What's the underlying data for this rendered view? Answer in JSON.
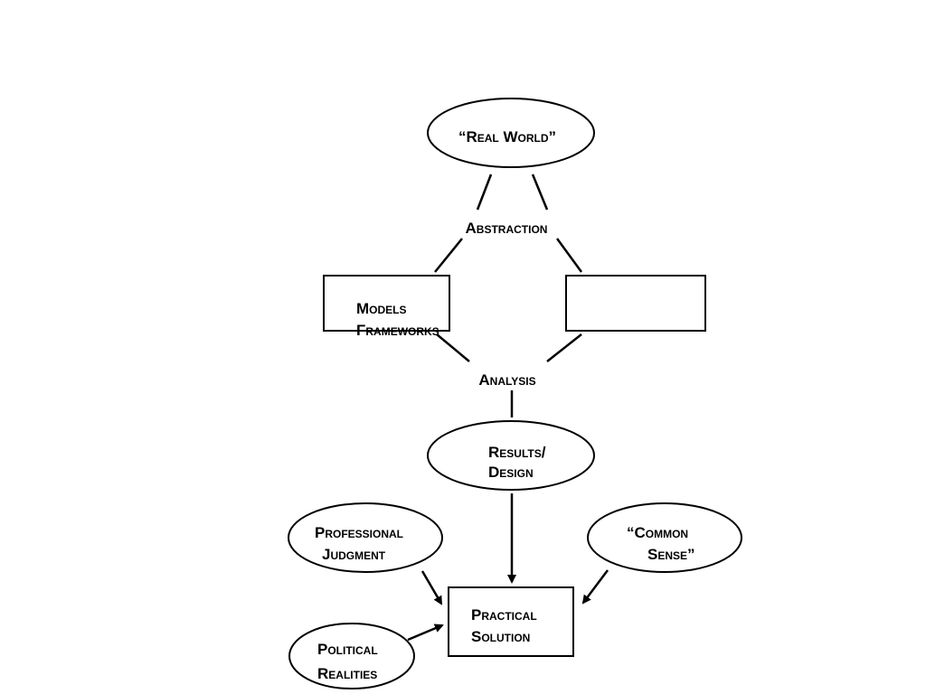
{
  "nodes": {
    "real_world": "“Real World”",
    "abstraction": "Abstraction",
    "models_line1": "Models",
    "models_line2": "Frameworks",
    "analysis": "Analysis",
    "results_line1": "Results/",
    "results_line2": "Design",
    "professional_line1": "Professional",
    "professional_line2": "Judgment",
    "common_line1": "“Common",
    "common_line2": "Sense”",
    "practical_line1": "Practical",
    "practical_line2": "Solution",
    "political_line1": "Political",
    "political_line2": "Realities"
  }
}
